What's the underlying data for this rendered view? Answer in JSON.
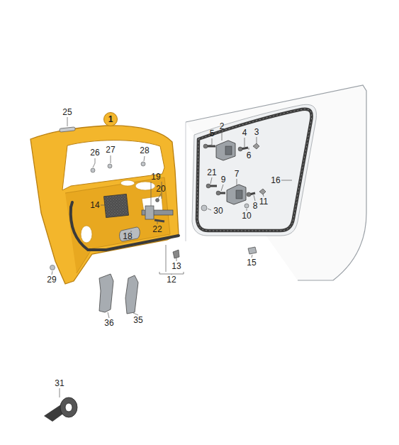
{
  "diagram": {
    "nodes": [
      {
        "text": [
          "1"
        ]
      }
    ],
    "labels": [
      "25",
      "26",
      "27",
      "28",
      "2",
      "5",
      "4",
      "3",
      "6",
      "21",
      "9",
      "7",
      "8",
      "11",
      "10",
      "16",
      "19",
      "20",
      "14",
      "22",
      "18",
      "30",
      "13",
      "12",
      "29",
      "15",
      "36",
      "35",
      "31"
    ]
  }
}
